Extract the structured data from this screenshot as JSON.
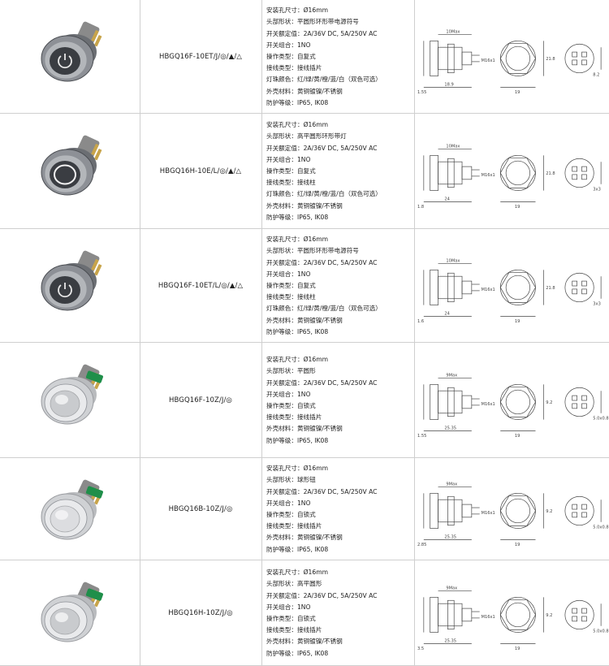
{
  "rows": [
    {
      "model": "HBGQ16F-10ET/J/◎/▲/△",
      "specs": [
        {
          "label": "安装孔尺寸：",
          "value": "Ø16mm"
        },
        {
          "label": "头部形状：",
          "value": "平圆形环形带电源符号"
        },
        {
          "label": "开关额定值：",
          "value": "2A/36V DC, 5A/250V AC"
        },
        {
          "label": "开关组合：",
          "value": "1NO"
        },
        {
          "label": "操作类型：",
          "value": "自复式"
        },
        {
          "label": "接线类型：",
          "value": "接线插片"
        },
        {
          "label": "灯珠颜色：",
          "value": "红/绿/黄/橙/蓝/白（双色可选）"
        },
        {
          "label": "外壳材料：",
          "value": "黄铜镀镍/不锈钢"
        },
        {
          "label": "防护等级：",
          "value": "IP65, IK08"
        }
      ],
      "dims": {
        "top": "10Max",
        "left": "1.55",
        "mid": "18.9",
        "bot": "19",
        "side": "21.8",
        "thread": "M16x1",
        "pin": "8.2"
      }
    },
    {
      "model": "HBGQ16H-10E/L/◎/▲/△",
      "specs": [
        {
          "label": "安装孔尺寸：",
          "value": "Ø16mm"
        },
        {
          "label": "头部形状：",
          "value": "高平圆形环形带灯"
        },
        {
          "label": "开关额定值：",
          "value": "2A/36V DC, 5A/250V AC"
        },
        {
          "label": "开关组合：",
          "value": "1NO"
        },
        {
          "label": "操作类型：",
          "value": "自复式"
        },
        {
          "label": "接线类型：",
          "value": "接线柱"
        },
        {
          "label": "灯珠颜色：",
          "value": "红/绿/黄/橙/蓝/白（双色可选）"
        },
        {
          "label": "外壳材料：",
          "value": "黄铜镀镍/不锈钢"
        },
        {
          "label": "防护等级：",
          "value": "IP65, IK08"
        }
      ],
      "dims": {
        "top": "10Max",
        "left": "1.8",
        "mid": "24",
        "bot": "19",
        "side": "21.8",
        "thread": "M16x1",
        "pin": "3x3"
      }
    },
    {
      "model": "HBGQ16F-10ET/L/◎/▲/△",
      "specs": [
        {
          "label": "安装孔尺寸：",
          "value": "Ø16mm"
        },
        {
          "label": "头部形状：",
          "value": "平圆形环形带电源符号"
        },
        {
          "label": "开关额定值：",
          "value": "2A/36V DC, 5A/250V AC"
        },
        {
          "label": "开关组合：",
          "value": "1NO"
        },
        {
          "label": "操作类型：",
          "value": "自复式"
        },
        {
          "label": "接线类型：",
          "value": "接线柱"
        },
        {
          "label": "灯珠颜色：",
          "value": "红/绿/黄/橙/蓝/白（双色可选）"
        },
        {
          "label": "外壳材料：",
          "value": "黄铜镀镍/不锈钢"
        },
        {
          "label": "防护等级：",
          "value": "IP65, IK08"
        }
      ],
      "dims": {
        "top": "10Max",
        "left": "1.6",
        "mid": "24",
        "bot": "19",
        "side": "21.8",
        "thread": "M16x1",
        "pin": "3x3"
      }
    },
    {
      "model": "HBGQ16F-10Z/J/◎",
      "specs": [
        {
          "label": "安装孔尺寸：",
          "value": "Ø16mm"
        },
        {
          "label": "头部形状：",
          "value": "平圆形"
        },
        {
          "label": "开关额定值：",
          "value": "2A/36V DC, 5A/250V AC"
        },
        {
          "label": "开关组合：",
          "value": "1NO"
        },
        {
          "label": "操作类型：",
          "value": "自锁式"
        },
        {
          "label": "接线类型：",
          "value": "接线插片"
        },
        {
          "label": "外壳材料：",
          "value": "黄铜镀镍/不锈钢"
        },
        {
          "label": "防护等级：",
          "value": "IP65, IK08"
        }
      ],
      "dims": {
        "top": "9Max",
        "left": "1.55",
        "mid": "25.35",
        "bot": "19",
        "side": "9.2",
        "thread": "M16x1",
        "pin": "5.0x0.8"
      }
    },
    {
      "model": "HBGQ16B-10Z/J/◎",
      "specs": [
        {
          "label": "安装孔尺寸：",
          "value": "Ø16mm"
        },
        {
          "label": "头部形状：",
          "value": "球形钮"
        },
        {
          "label": "开关额定值：",
          "value": "2A/36V DC, 5A/250V AC"
        },
        {
          "label": "开关组合：",
          "value": "1NO"
        },
        {
          "label": "操作类型：",
          "value": "自锁式"
        },
        {
          "label": "接线类型：",
          "value": "接线插片"
        },
        {
          "label": "外壳材料：",
          "value": "黄铜镀镍/不锈钢"
        },
        {
          "label": "防护等级：",
          "value": "IP65, IK08"
        }
      ],
      "dims": {
        "top": "9Max",
        "left": "2.85",
        "mid": "25.35",
        "bot": "19",
        "side": "9.2",
        "thread": "M16x1",
        "pin": "5.0x0.8"
      }
    },
    {
      "model": "HBGQ16H-10Z/J/◎",
      "specs": [
        {
          "label": "安装孔尺寸：",
          "value": "Ø16mm"
        },
        {
          "label": "头部形状：",
          "value": "高平圆形"
        },
        {
          "label": "开关额定值：",
          "value": "2A/36V DC, 5A/250V AC"
        },
        {
          "label": "开关组合：",
          "value": "1NO"
        },
        {
          "label": "操作类型：",
          "value": "自锁式"
        },
        {
          "label": "接线类型：",
          "value": "接线插片"
        },
        {
          "label": "外壳材料：",
          "value": "黄铜镀镍/不锈钢"
        },
        {
          "label": "防护等级：",
          "value": "IP65, IK08"
        }
      ],
      "dims": {
        "top": "9Max",
        "left": "3.5",
        "mid": "25.35",
        "bot": "19",
        "side": "9.2",
        "thread": "M16x1",
        "pin": "5.0x0.8"
      }
    }
  ],
  "colors": {
    "grid": "#cfcfcf",
    "metal_light": "#e8e8e8",
    "metal_dark": "#5a5a5a",
    "button_dark": "#3a3d42",
    "ring_green": "#1f8f4a",
    "drawing_line": "#444444"
  }
}
